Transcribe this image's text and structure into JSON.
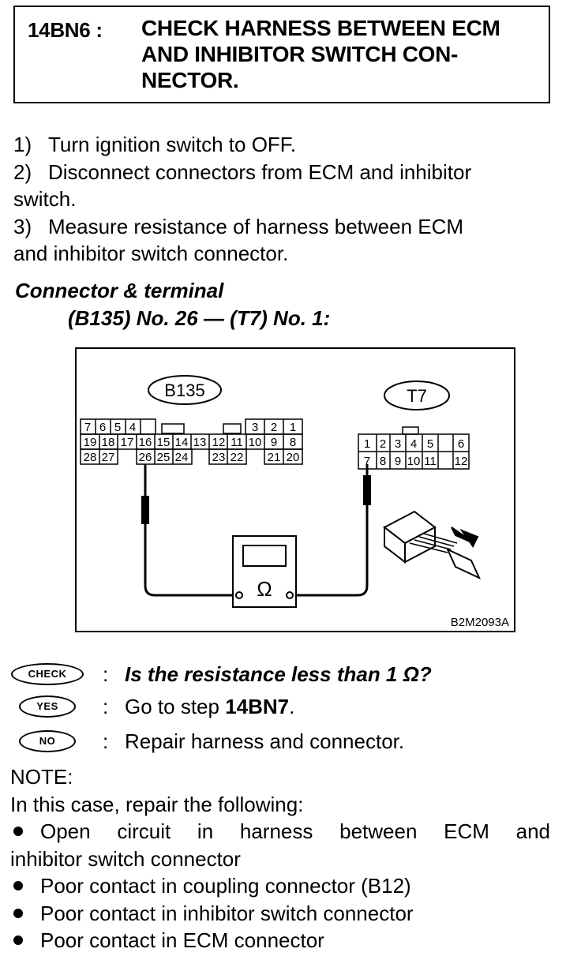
{
  "header": {
    "step_id": "14BN6 :",
    "title_line1": "CHECK HARNESS BETWEEN ECM",
    "title_line2": "AND INHIBITOR SWITCH CON-",
    "title_line3": "NECTOR."
  },
  "steps": [
    {
      "num": "1)",
      "text": "Turn ignition switch to OFF."
    },
    {
      "num": "2)",
      "text": "Disconnect connectors from ECM and inhibitor",
      "cont": "switch."
    },
    {
      "num": "3)",
      "text": "Measure resistance of harness between ECM",
      "cont": "and inhibitor switch connector."
    }
  ],
  "connector_heading": "Connector & terminal",
  "connector_spec": "(B135) No. 26 — (T7) No. 1:",
  "diagram": {
    "left_connector_label": "B135",
    "right_connector_label": "T7",
    "left_row1": [
      "7",
      "6",
      "5",
      "4",
      "3",
      "2",
      "1"
    ],
    "left_row2": [
      "19",
      "18",
      "17",
      "16",
      "15",
      "14",
      "13",
      "12",
      "11",
      "10",
      "9",
      "8"
    ],
    "left_row3": [
      "28",
      "27",
      "26",
      "25",
      "24",
      "23",
      "22",
      "21",
      "20"
    ],
    "right_row1": [
      "1",
      "2",
      "3",
      "4",
      "5",
      "6"
    ],
    "right_row2": [
      "7",
      "8",
      "9",
      "10",
      "11",
      "12"
    ],
    "meter_symbol": "Ω",
    "figure_code": "B2M2093A"
  },
  "check": {
    "badge": "CHECK",
    "colon": ":",
    "question": "Is the resistance less than 1 Ω?"
  },
  "yes": {
    "badge": "YES",
    "colon": ":",
    "text_prefix": "Go to step ",
    "step_ref": "14BN7",
    "text_suffix": "."
  },
  "no": {
    "badge": "NO",
    "colon": ":",
    "text": "Repair harness and connector."
  },
  "note": {
    "label": "NOTE:",
    "intro": "In this case, repair the following:",
    "items": [
      {
        "line1": "Open circuit in harness between ECM and",
        "line2": "inhibitor switch connector"
      },
      {
        "line1": "Poor contact in coupling connector (B12)"
      },
      {
        "line1": "Poor contact in inhibitor switch connector"
      },
      {
        "line1": "Poor contact in ECM connector"
      }
    ]
  }
}
